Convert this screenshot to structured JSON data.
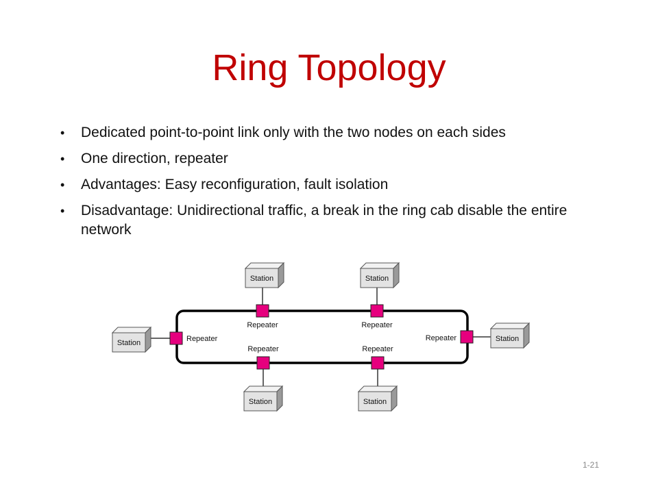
{
  "slide": {
    "title": "Ring Topology",
    "bullets": [
      "Dedicated point-to-point link only with the two nodes on each sides",
      "One direction, repeater",
      "Advantages: Easy reconfiguration, fault isolation",
      "Disadvantage: Unidirectional traffic, a break in the ring cab disable the entire network"
    ],
    "slide_number": "1-21"
  },
  "diagram": {
    "nodes": [
      {
        "station_label": "Station",
        "repeater_label": "Repeater"
      },
      {
        "station_label": "Station",
        "repeater_label": "Repeater"
      },
      {
        "station_label": "Station",
        "repeater_label": "Repeater"
      },
      {
        "station_label": "Station",
        "repeater_label": "Repeater"
      },
      {
        "station_label": "Station",
        "repeater_label": "Repeater"
      },
      {
        "station_label": "Station",
        "repeater_label": "Repeater"
      }
    ],
    "colors": {
      "repeater_fill": "#e6007e",
      "station_fill": "#e3e3e3",
      "station_side": "#9a9a9a",
      "ring_stroke": "#000000"
    }
  }
}
